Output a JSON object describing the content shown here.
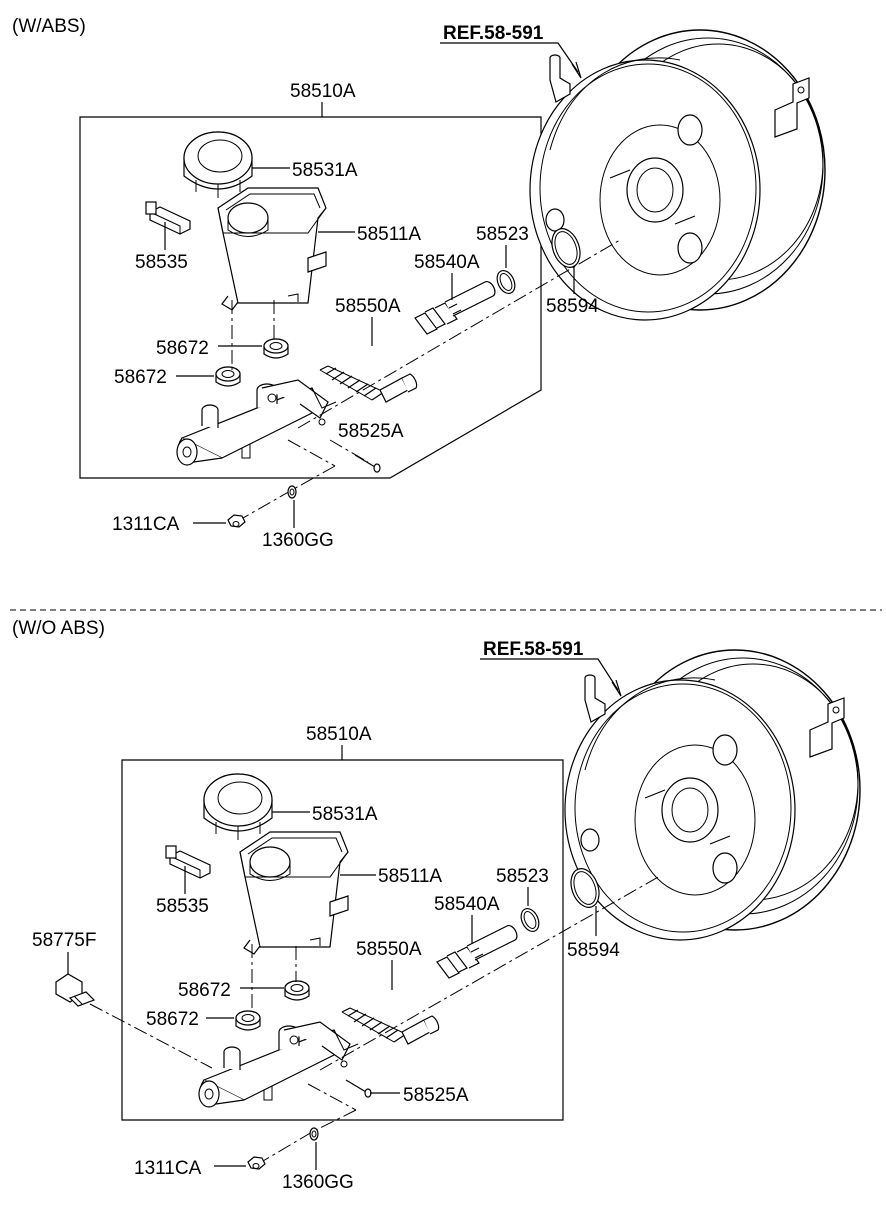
{
  "sections": [
    {
      "title": "(W/ABS)",
      "ref_label": "REF.58-591",
      "labels": {
        "assembly": "58510A",
        "cap": "58531A",
        "sensor": "58535",
        "reservoir": "58511A",
        "seal_ring": "58523",
        "piston_primary": "58540A",
        "piston_secondary": "58550A",
        "grommet_upper": "58672",
        "grommet_lower": "58672",
        "o_ring": "58594",
        "bolt": "58525A",
        "nut": "1311CA",
        "washer": "1360GG"
      }
    },
    {
      "title": "(W/O ABS)",
      "ref_label": "REF.58-591",
      "labels": {
        "assembly": "58510A",
        "cap": "58531A",
        "sensor": "58535",
        "reservoir": "58511A",
        "seal_ring": "58523",
        "piston_primary": "58540A",
        "piston_secondary": "58550A",
        "grommet_upper": "58672",
        "grommet_lower": "58672",
        "o_ring": "58594",
        "bolt": "58525A",
        "nut": "1311CA",
        "washer": "1360GG",
        "valve": "58775F"
      }
    }
  ]
}
